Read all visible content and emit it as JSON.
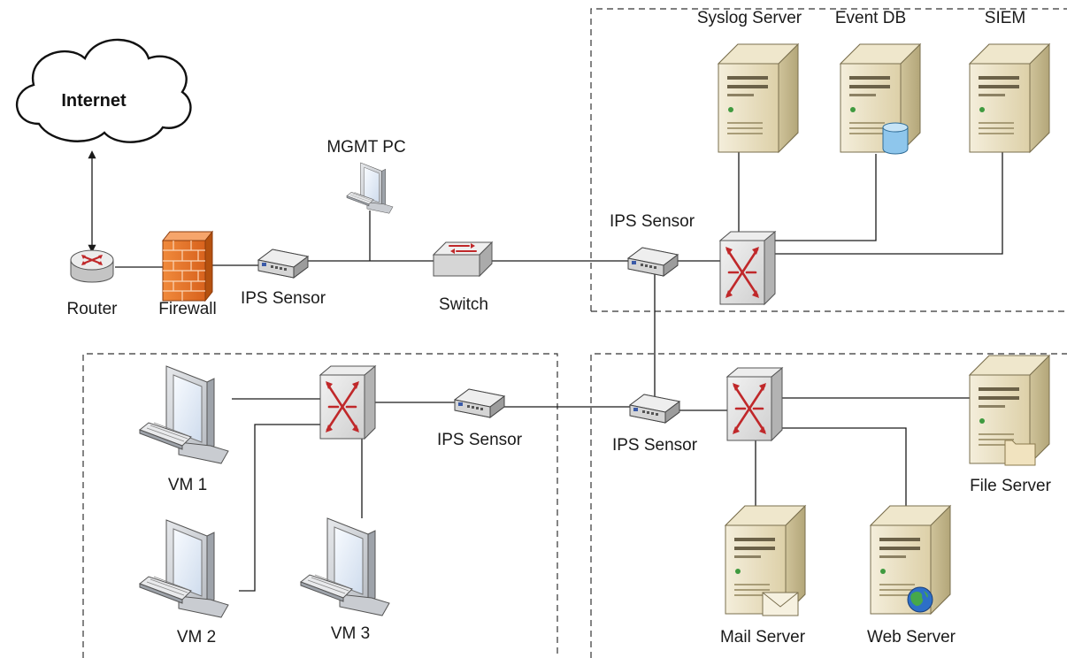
{
  "labels": {
    "internet": "Internet",
    "router": "Router",
    "firewall": "Firewall",
    "ips_sensor_1": "IPS Sensor",
    "mgmt_pc": "MGMT PC",
    "switch": "Switch",
    "ips_sensor_2": "IPS Sensor",
    "syslog_server": "Syslog Server",
    "event_db": "Event DB",
    "siem": "SIEM",
    "vm1": "VM 1",
    "vm2": "VM 2",
    "vm3": "VM 3",
    "ips_sensor_3": "IPS Sensor",
    "ips_sensor_4": "IPS Sensor",
    "file_server": "File Server",
    "mail_server": "Mail Server",
    "web_server": "Web Server"
  },
  "colors": {
    "firewall": "#e8762b",
    "server_body": "#e9dfc2",
    "server_side": "#c7b98f",
    "monitor": "#d6d9de",
    "screen": "#eef3fa",
    "switch_box": "#e3e3e3",
    "arrow_red": "#c0282a",
    "globe": "#2d6fc7",
    "database": "#8ec6ec"
  },
  "icons": {
    "cloud": "cloud-icon",
    "router": "router-icon",
    "firewall": "firewall-icon",
    "sensor": "ips-sensor-icon",
    "pc": "pc-icon",
    "switch": "switch-icon",
    "server": "server-icon"
  }
}
